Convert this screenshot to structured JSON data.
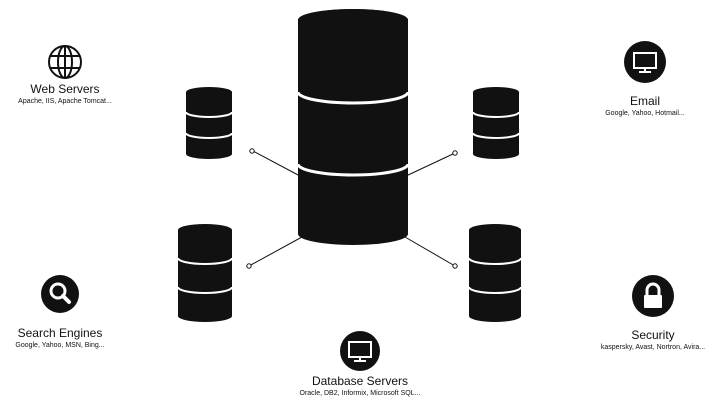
{
  "colors": {
    "ink": "#111111",
    "background": "#ffffff",
    "icon_fill": "#111111",
    "icon_glyph": "#ffffff"
  },
  "nodes": {
    "web": {
      "icon": "globe-icon",
      "title": "Web Servers",
      "subtitle": "Apache, IIS, Apache Tomcat..."
    },
    "email": {
      "icon": "monitor-icon",
      "title": "Email",
      "subtitle": "Google, Yahoo, Hotmail..."
    },
    "search": {
      "icon": "magnifier-icon",
      "title": "Search Engines",
      "subtitle": "Google, Yahoo, MSN, Bing..."
    },
    "security": {
      "icon": "padlock-icon",
      "title": "Security",
      "subtitle": "kaspersky, Avast, Nortron, Avira..."
    },
    "database": {
      "icon": "monitor-icon",
      "title": "Database Servers",
      "subtitle": "Oracle, DB2, Informix, Microsoft SQL..."
    }
  },
  "graphics": {
    "central_stack_icon": "database-stack-icon",
    "satellite_stack_icon": "database-stack-icon",
    "connector": "connector-line"
  }
}
